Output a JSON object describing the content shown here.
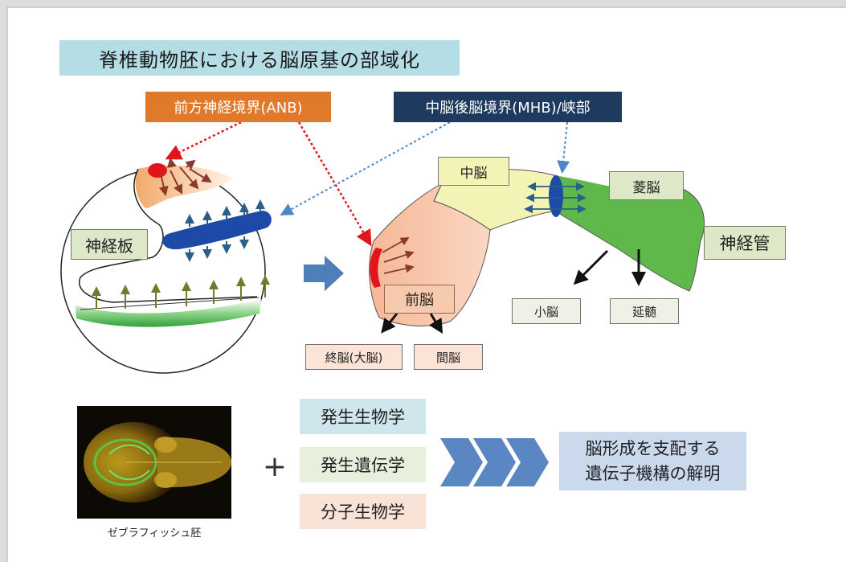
{
  "title": "脊椎動物胚における脳原基の部域化",
  "callouts": {
    "anb": "前方神経境界(ANB)",
    "mhb": "中脳後脳境界(MHB)/峡部"
  },
  "regions": {
    "neural_plate": "神経板",
    "midbrain": "中脳",
    "hindbrain": "菱脳",
    "forebrain": "前脳",
    "neural_tube": "神経管"
  },
  "derivatives": {
    "cerebellum": "小脳",
    "medulla": "延髄",
    "telencephalon": "終脳(大脳)",
    "diencephalon": "間脳"
  },
  "bottom": {
    "zebrafish_caption": "ゼブラフィッシュ胚",
    "plus": "+",
    "fields": [
      "発生生物学",
      "発生遺伝学",
      "分子生物学"
    ],
    "conclusion_line1": "脳形成を支配する",
    "conclusion_line2": "遺伝子機構の解明"
  },
  "colors": {
    "title_bg": "#b5dde6",
    "anb": "#e07a2a",
    "mhb": "#1f3a5f",
    "forebrain": "#f7c9ad",
    "midbrain": "#f3f3b5",
    "hindbrain": "#5fb84a",
    "boundary_red": "#e0161c",
    "boundary_blue": "#1c4aa6",
    "chevrons": "#5b86c4"
  }
}
